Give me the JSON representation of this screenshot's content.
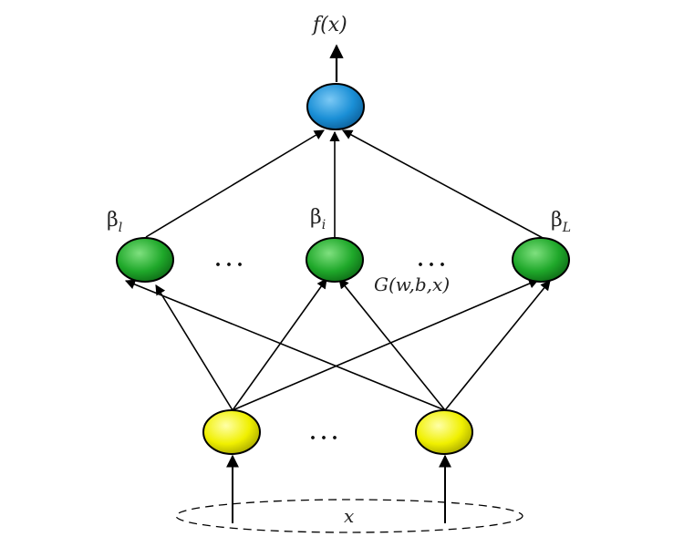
{
  "labels": {
    "output": "f(x)",
    "input": "x",
    "activation": "G(w,b,x)",
    "beta_first_symbol": "β",
    "beta_first_sub": "l",
    "beta_mid_symbol": "β",
    "beta_mid_sub": "i",
    "beta_last_symbol": "β",
    "beta_last_sub": "L",
    "ellipsis": ". . ."
  },
  "colors": {
    "output_node": "#1a8fd6",
    "hidden_node": "#1fa82a",
    "input_node": "#f0f000",
    "edge": "#000000"
  }
}
